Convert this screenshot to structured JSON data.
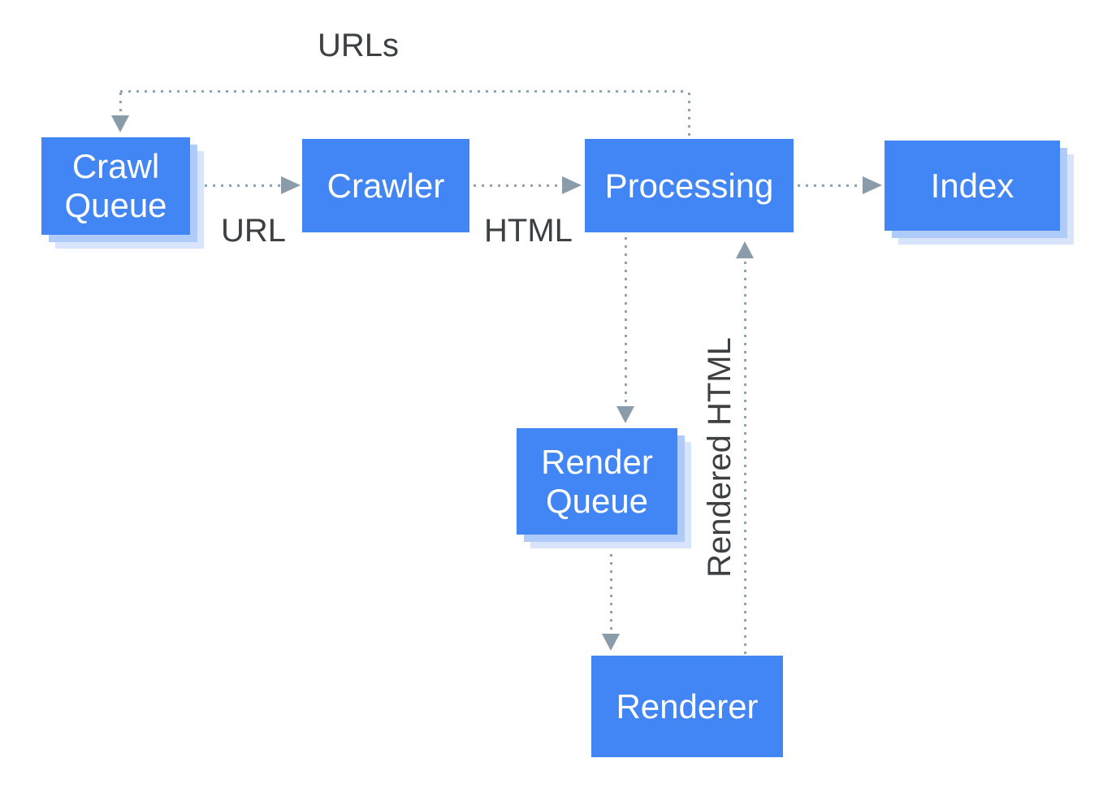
{
  "diagram": {
    "type": "flowchart",
    "subject": "crawl-render-index-pipeline",
    "nodes": {
      "crawl_queue": {
        "label": "Crawl Queue"
      },
      "crawler": {
        "label": "Crawler"
      },
      "processing": {
        "label": "Processing"
      },
      "index": {
        "label": "Index"
      },
      "render_queue": {
        "label": "Render Queue"
      },
      "renderer": {
        "label": "Renderer"
      }
    },
    "edge_labels": {
      "urls": "URLs",
      "url": "URL",
      "html": "HTML",
      "rendered_html": "Rendered HTML"
    },
    "edges": [
      {
        "from": "crawl_queue",
        "to": "crawler",
        "label": "URL",
        "style": "dotted"
      },
      {
        "from": "crawler",
        "to": "processing",
        "label": "HTML",
        "style": "dotted"
      },
      {
        "from": "processing",
        "to": "index",
        "label": "",
        "style": "dotted"
      },
      {
        "from": "processing",
        "to": "crawl_queue",
        "label": "URLs",
        "style": "dotted"
      },
      {
        "from": "processing",
        "to": "render_queue",
        "label": "",
        "style": "dotted"
      },
      {
        "from": "render_queue",
        "to": "renderer",
        "label": "",
        "style": "dotted"
      },
      {
        "from": "renderer",
        "to": "processing",
        "label": "Rendered HTML",
        "style": "dotted"
      }
    ],
    "colors": {
      "node_fill": "#4285f4",
      "node_text": "#ffffff",
      "node_shadow_mid": "#aecbfa",
      "node_shadow_light": "#d7e4fc",
      "connector_dots": "#8fa3b0",
      "arrowhead": "#8a9ca9",
      "edge_label_text": "#3c4043",
      "background": "#ffffff"
    }
  }
}
